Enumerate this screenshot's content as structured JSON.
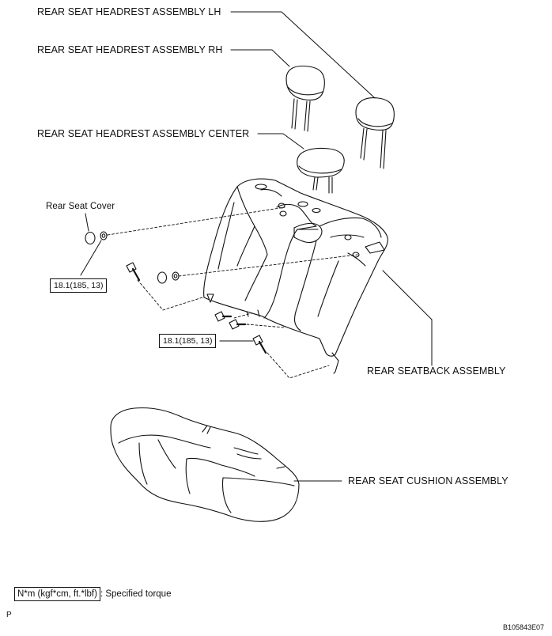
{
  "labels": {
    "headrest_lh": "REAR SEAT HEADREST ASSEMBLY LH",
    "headrest_rh": "REAR SEAT HEADREST ASSEMBLY RH",
    "headrest_center": "REAR SEAT HEADREST ASSEMBLY CENTER",
    "seat_cover": "Rear Seat Cover",
    "seatback": "REAR SEATBACK ASSEMBLY",
    "cushion": "REAR SEAT CUSHION ASSEMBLY"
  },
  "torque_values": {
    "upper": "18.1(185, 13)",
    "lower": "18.1(185, 13)"
  },
  "legend": {
    "unit_box": "N*m (kgf*cm, ft.*lbf)",
    "text": ": Specified torque"
  },
  "footer": {
    "page_mark": "P",
    "figure_code": "B105843E07"
  }
}
